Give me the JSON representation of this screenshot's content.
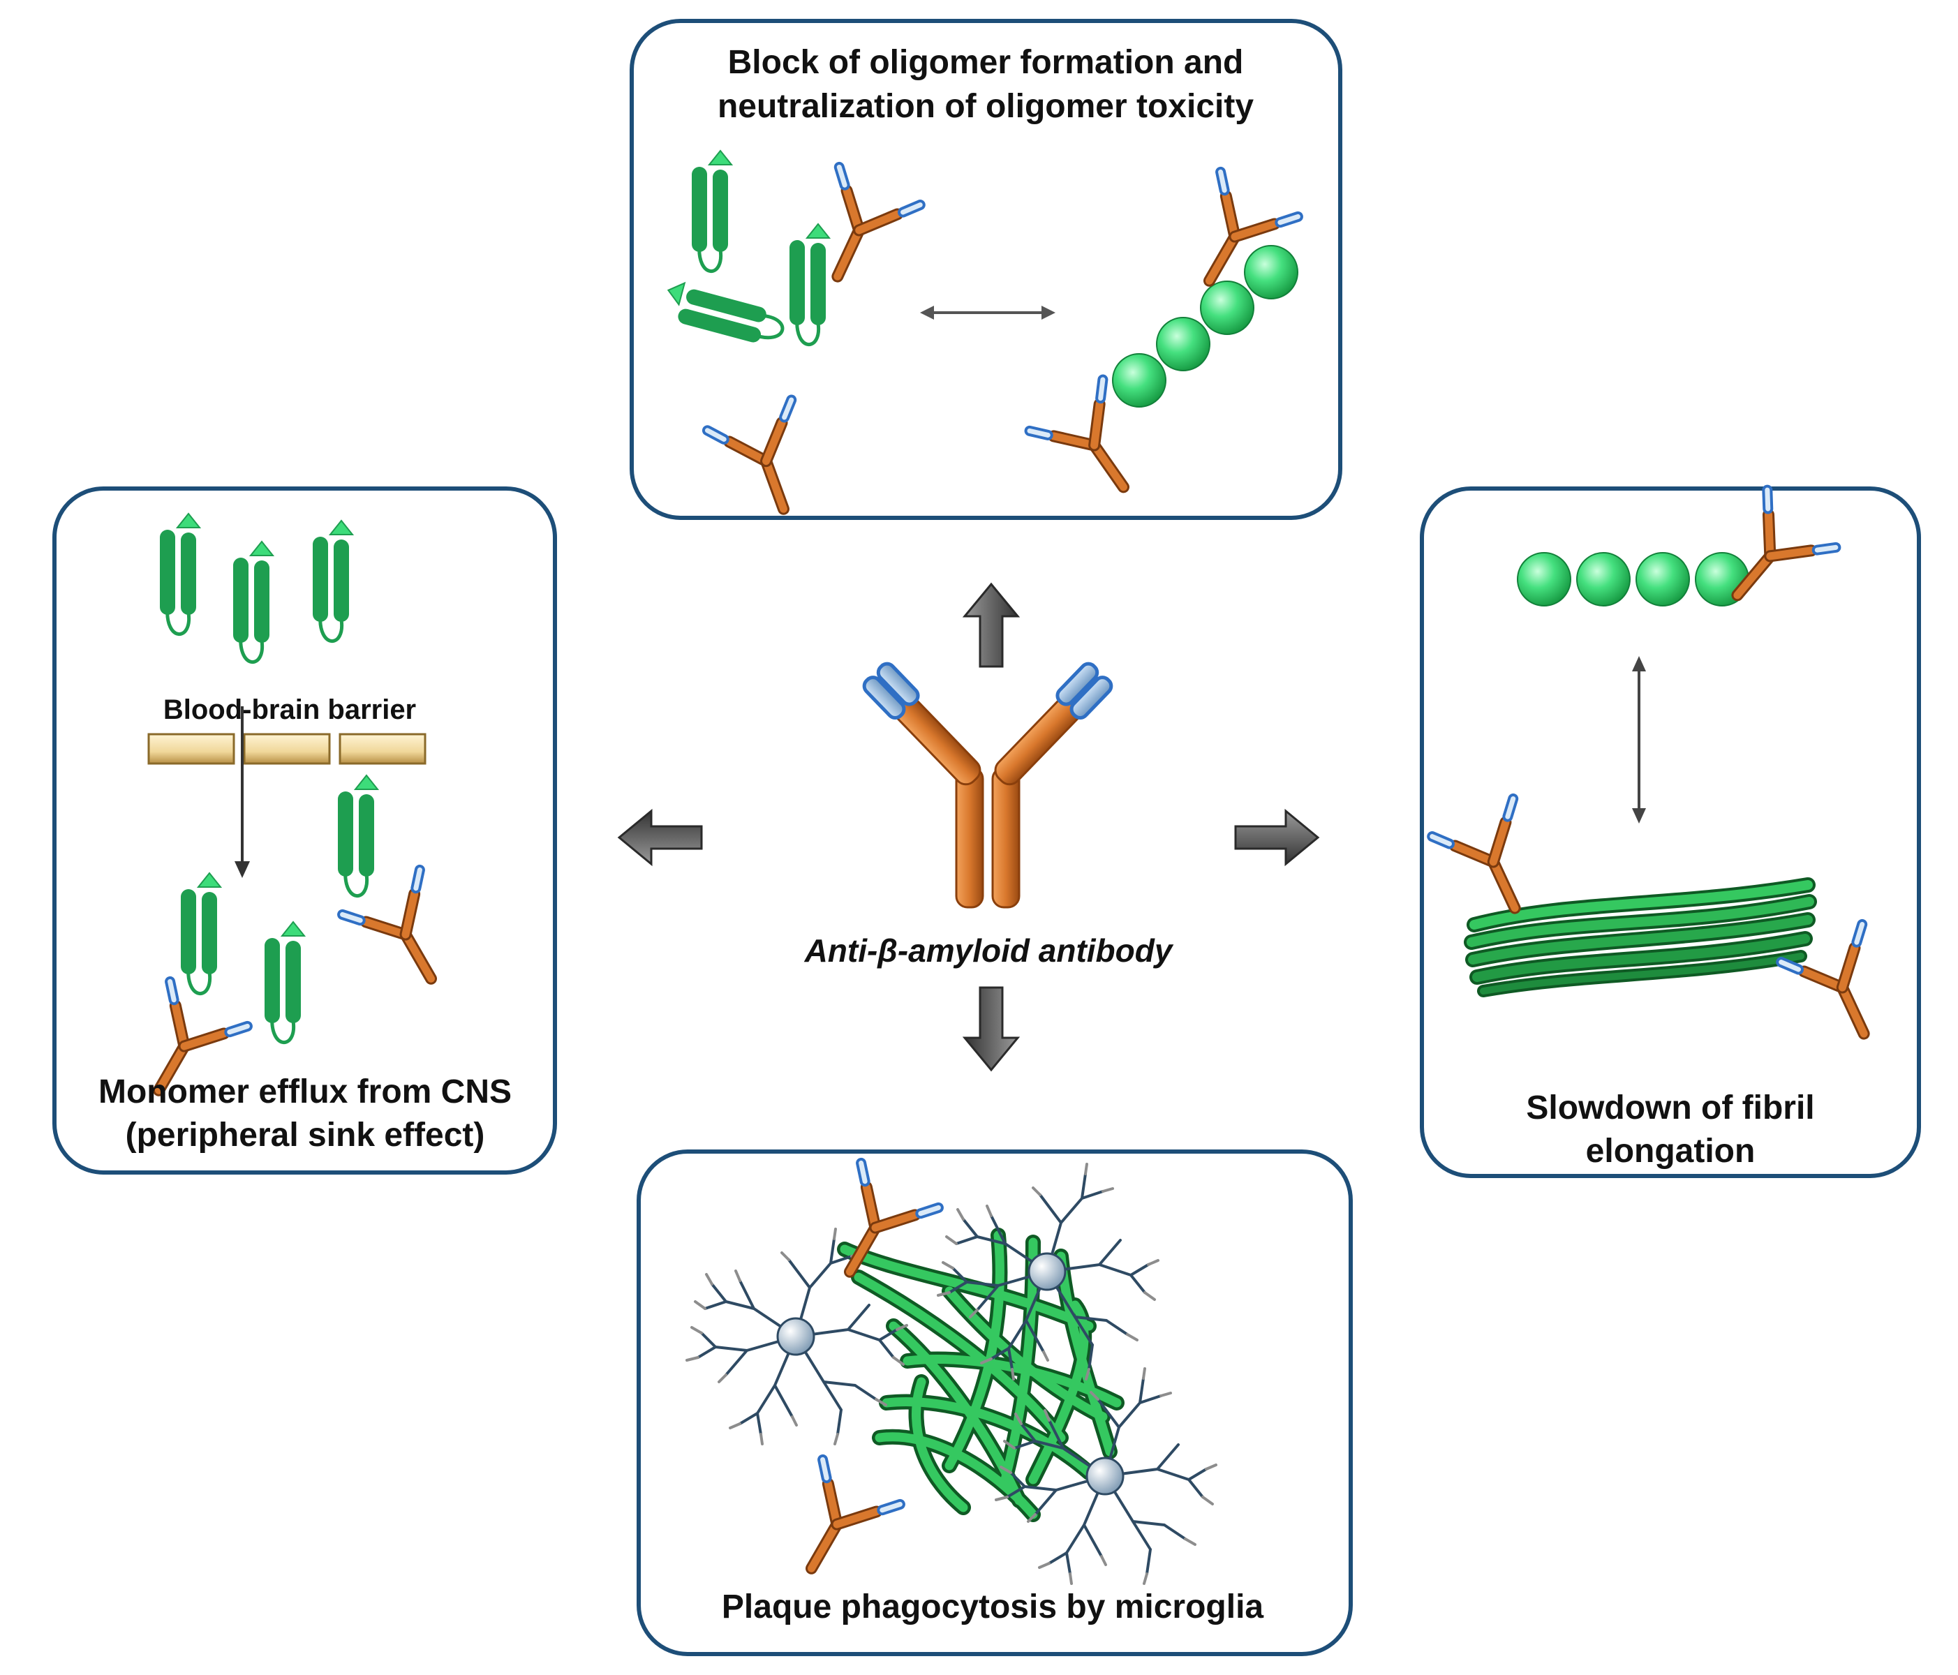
{
  "center": {
    "label": "Anti-β-amyloid antibody"
  },
  "panels": {
    "top": {
      "title_line1": "Block of oligomer formation and",
      "title_line2": "neutralization of oligomer toxicity"
    },
    "left": {
      "barrier_label": "Blood-brain barrier",
      "title_line1": "Monomer efflux from CNS",
      "title_line2": "(peripheral sink effect)"
    },
    "right": {
      "title_line1": "Slowdown of fibril",
      "title_line2": "elongation"
    },
    "bottom": {
      "title": "Plaque phagocytosis by microglia"
    }
  },
  "colors": {
    "panel_border": "#1d4e78",
    "antibody_orange": "#d9782d",
    "antibody_tip": "#2f6fc4",
    "amyloid_green": "#3ddc7a",
    "fibril_green": "#27a84a",
    "barrier_tan": "#f0d79a",
    "microglia_blue": "#2e4a63",
    "arrow_gray": "#555555"
  }
}
